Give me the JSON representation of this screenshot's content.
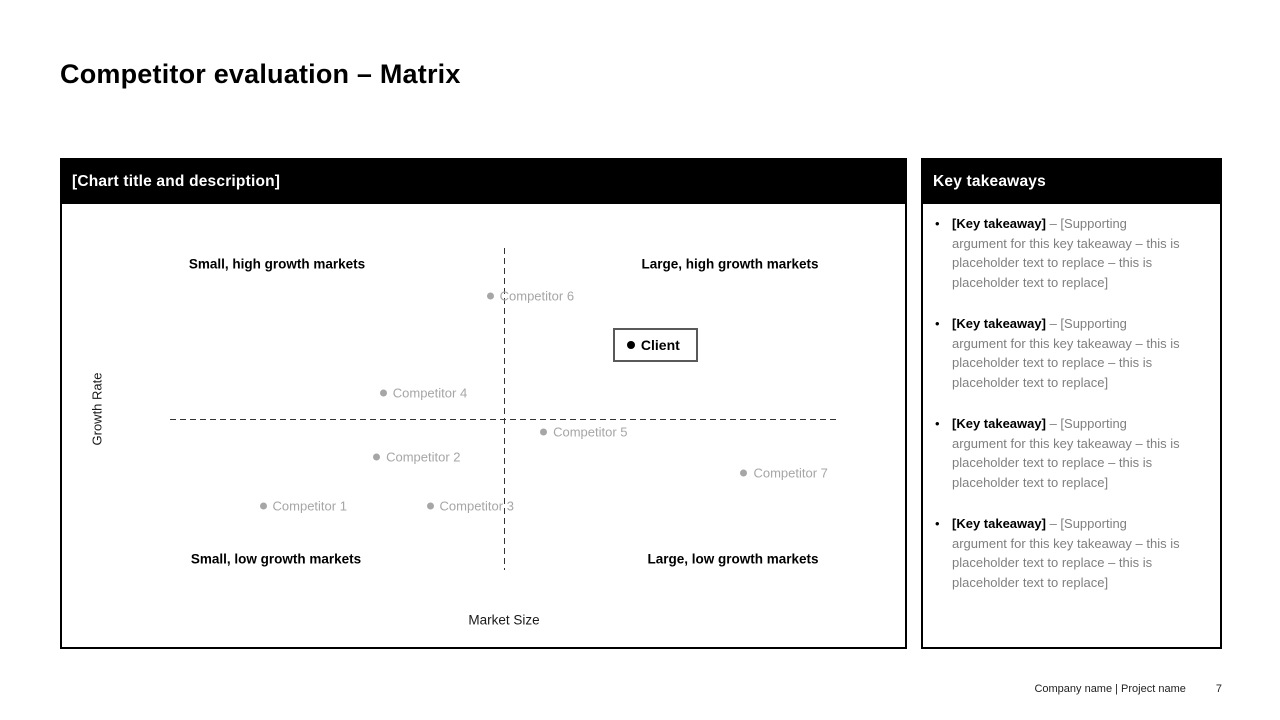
{
  "slide": {
    "title": "Competitor evaluation – Matrix",
    "footer": {
      "label": "Company name | Project name",
      "page": "7"
    }
  },
  "chart_panel": {
    "header": "[Chart title and description]",
    "x_axis_label": "Market Size",
    "y_axis_label": "Growth Rate",
    "quadrants": {
      "top_left": "Small, high growth markets",
      "top_right": "Large, high growth markets",
      "bottom_left": "Small, low growth markets",
      "bottom_right": "Large, low growth markets"
    }
  },
  "chart_data": {
    "type": "scatter",
    "title": "[Chart title and description]",
    "xlabel": "Market Size",
    "ylabel": "Growth Rate",
    "xlim": [
      0,
      100
    ],
    "ylim": [
      0,
      100
    ],
    "grid": false,
    "legend": "none",
    "midlines": {
      "x": 50,
      "y": 47,
      "style": "dashed"
    },
    "colors": {
      "competitor": "#a6a6a6",
      "client": "#000000"
    },
    "points": [
      {
        "label": "Competitor 1",
        "x": 14,
        "y": 20,
        "series": "competitor",
        "boxed": false
      },
      {
        "label": "Competitor 2",
        "x": 31,
        "y": 35,
        "series": "competitor",
        "boxed": false
      },
      {
        "label": "Competitor 3",
        "x": 39,
        "y": 20,
        "series": "competitor",
        "boxed": false
      },
      {
        "label": "Competitor 4",
        "x": 32,
        "y": 55,
        "series": "competitor",
        "boxed": false
      },
      {
        "label": "Competitor 5",
        "x": 56,
        "y": 43,
        "series": "competitor",
        "boxed": false
      },
      {
        "label": "Competitor 6",
        "x": 48,
        "y": 85,
        "series": "competitor",
        "boxed": false
      },
      {
        "label": "Competitor 7",
        "x": 86,
        "y": 30,
        "series": "competitor",
        "boxed": false
      },
      {
        "label": "Client",
        "x": 69,
        "y": 70,
        "series": "client",
        "boxed": true
      }
    ]
  },
  "takeaways_panel": {
    "header": "Key takeaways",
    "bullet_glyph": "•",
    "items": [
      {
        "label": "[Key takeaway]",
        "text": "– [Supporting argument for this key takeaway – this is placeholder text to replace – this is placeholder text to replace]"
      },
      {
        "label": "[Key takeaway]",
        "text": "– [Supporting argument for this key takeaway – this is placeholder text to replace – this is placeholder text to replace]"
      },
      {
        "label": "[Key takeaway]",
        "text": "– [Supporting argument for this key takeaway – this is placeholder text to replace – this is placeholder text to replace]"
      },
      {
        "label": "[Key takeaway]",
        "text": "– [Supporting argument for this key takeaway – this is placeholder text to replace – this is placeholder text to replace]"
      }
    ]
  }
}
